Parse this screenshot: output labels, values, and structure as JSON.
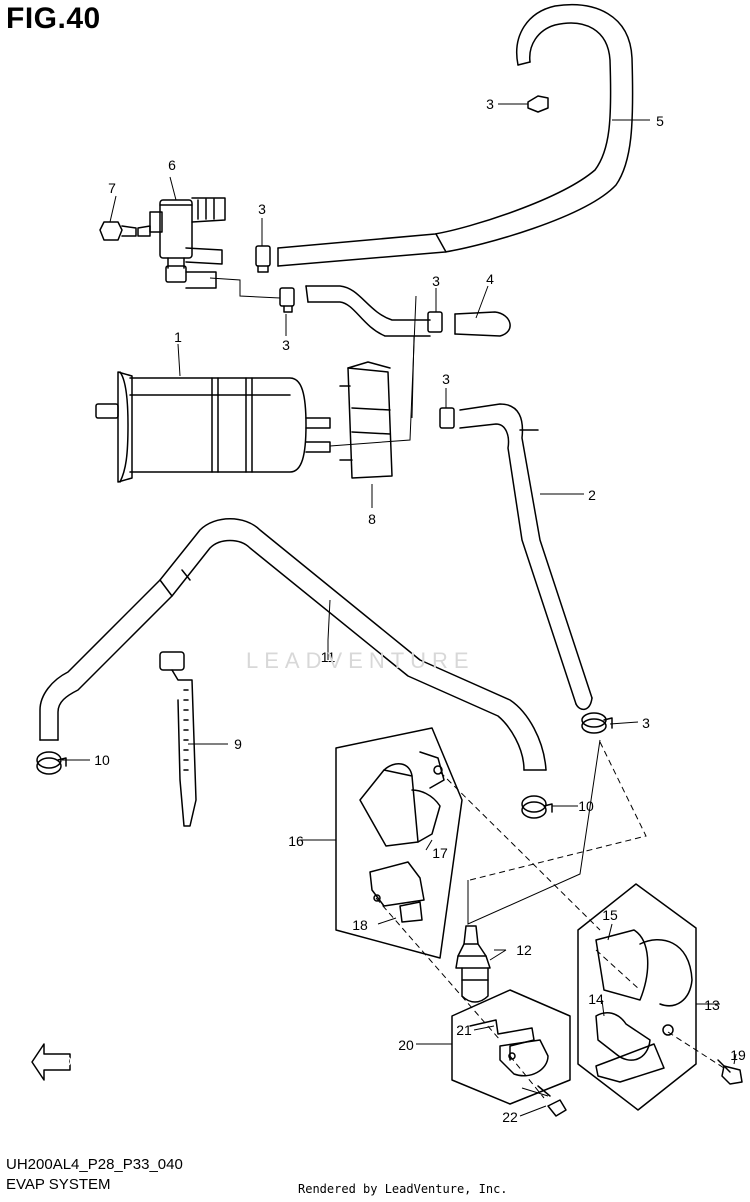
{
  "header": {
    "figure": "FIG.40"
  },
  "footer": {
    "code": "UH200AL4_P28_P33_040",
    "system": "EVAP SYSTEM",
    "credit": "Rendered by LeadVenture, Inc."
  },
  "watermark": "LEADVENTURE",
  "direction_label": "FWD",
  "callouts": {
    "c1": "1",
    "c2": "2",
    "c3a": "3",
    "c3b": "3",
    "c3c": "3",
    "c3d": "3",
    "c3e": "3",
    "c3f": "3",
    "c4": "4",
    "c5": "5",
    "c6": "6",
    "c7": "7",
    "c8": "8",
    "c9": "9",
    "c10a": "10",
    "c10b": "10",
    "c11": "11",
    "c12": "12",
    "c13": "13",
    "c14": "14",
    "c15": "15",
    "c16": "16",
    "c17": "17",
    "c18": "18",
    "c19": "19",
    "c20": "20",
    "c21": "21",
    "c22": "22"
  },
  "colors": {
    "line": "#000000",
    "watermark": "#d8d8d8",
    "background": "#ffffff"
  }
}
